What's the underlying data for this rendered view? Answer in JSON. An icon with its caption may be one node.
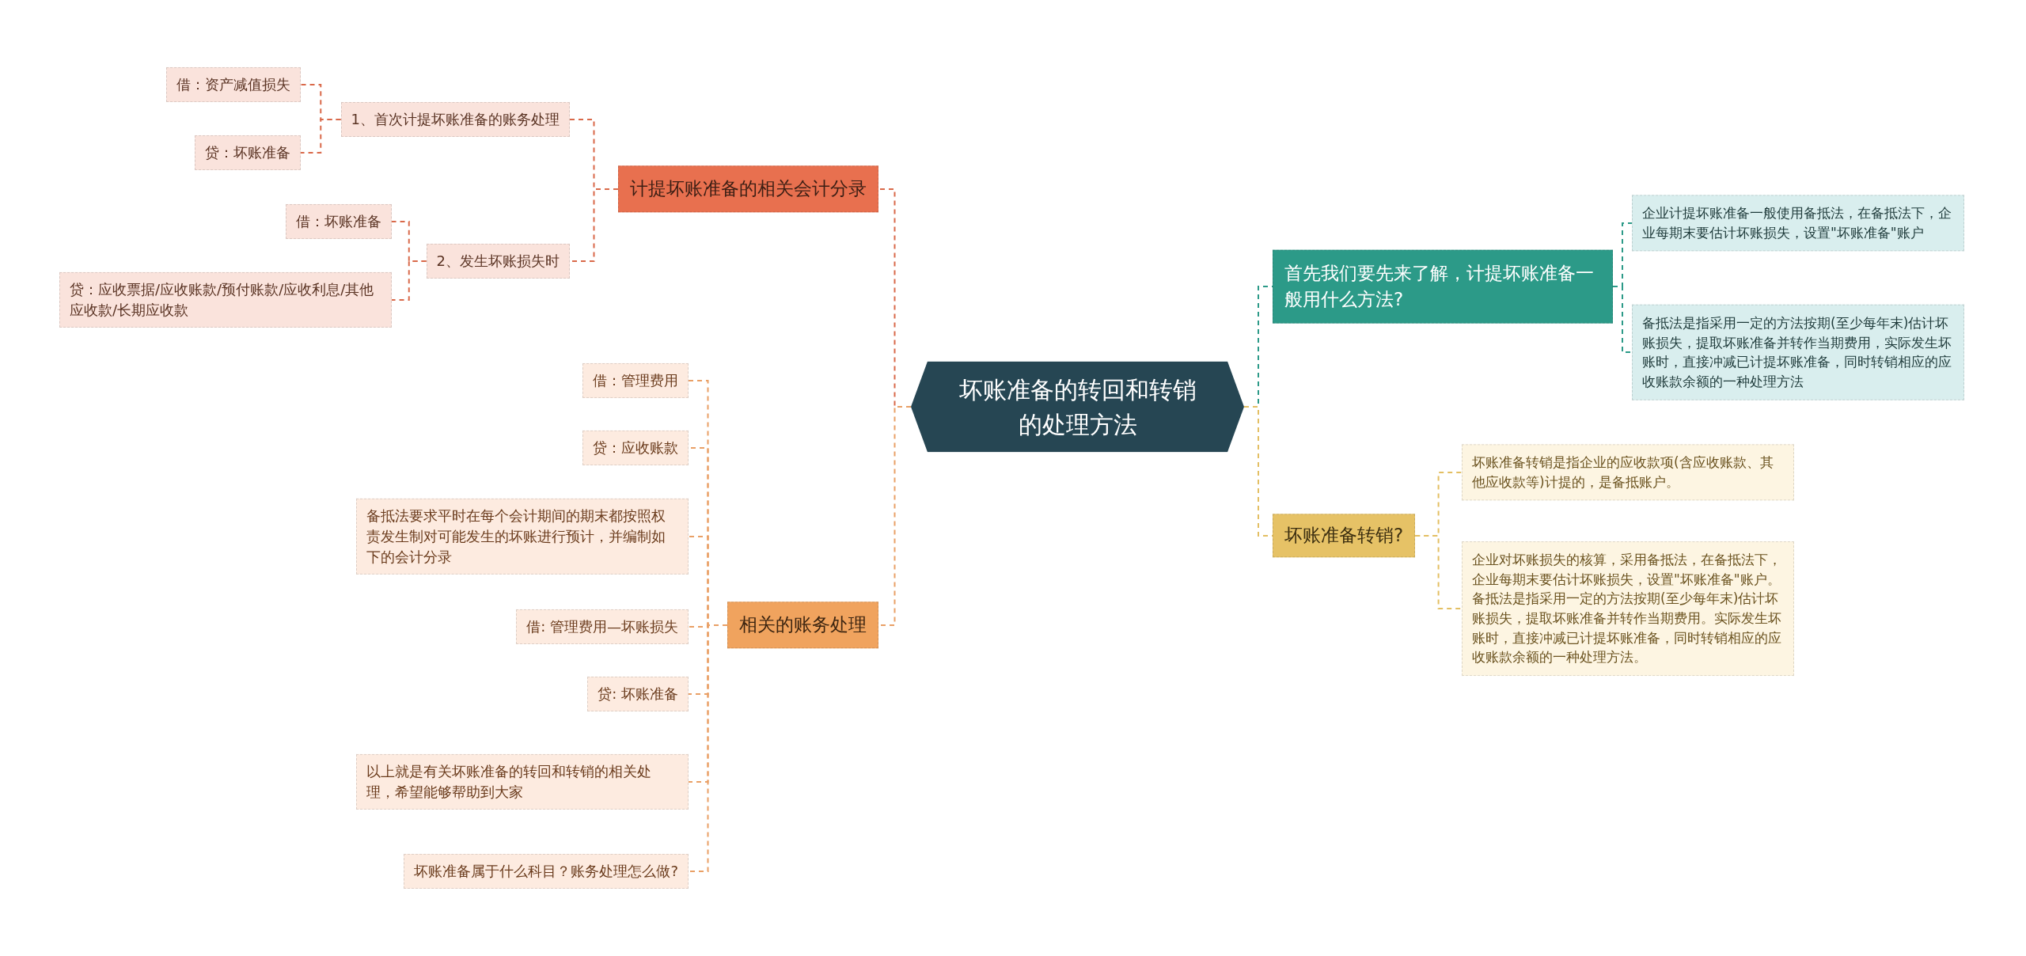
{
  "diagram": {
    "nodes": [
      {
        "text": [
          "坏账准备的转回和转销的处理方法"
        ]
      },
      {
        "text": [
          "计提坏账准备的相关会计分录"
        ]
      },
      {
        "text": [
          "1、首次计提坏账准备的账务处理"
        ]
      },
      {
        "text": [
          "借：资产减值损失"
        ]
      },
      {
        "text": [
          "贷：坏账准备"
        ]
      },
      {
        "text": [
          "2、发生坏账损失时"
        ]
      },
      {
        "text": [
          "借：坏账准备"
        ]
      },
      {
        "text": [
          "贷：应收票据/应收账款/预付账款/应收利息/其他应收款/长期应收款"
        ]
      },
      {
        "text": [
          "相关的账务处理"
        ]
      },
      {
        "text": [
          "借：管理费用"
        ]
      },
      {
        "text": [
          "贷：应收账款"
        ]
      },
      {
        "text": [
          "备抵法要求平时在每个会计期间的期末都按照权责发生制对可能发生的坏账进行预计，并编制如下的会计分录"
        ]
      },
      {
        "text": [
          "借: 管理费用—坏账损失"
        ]
      },
      {
        "text": [
          "贷: 坏账准备"
        ]
      },
      {
        "text": [
          "以上就是有关坏账准备的转回和转销的相关处理，希望能够帮助到大家"
        ]
      },
      {
        "text": [
          "坏账准备属于什么科目？账务处理怎么做?"
        ]
      },
      {
        "text": [
          "首先我们要先来了解，计提坏账准备一般用什么方法?"
        ]
      },
      {
        "text": [
          "企业计提坏账准备一般使用备抵法，在备抵法下，企业每期末要估计坏账损失，设置\"坏账准备\"账户"
        ]
      },
      {
        "text": [
          "备抵法是指采用一定的方法按期(至少每年末)估计坏账损失，提取坏账准备并转作当期费用，实际发生坏账时，直接冲减已计提坏账准备，同时转销相应的应收账款余额的一种处理方法"
        ]
      },
      {
        "text": [
          "坏账准备转销?"
        ]
      },
      {
        "text": [
          "坏账准备转销是指企业的应收款项(含应收账款、其他应收款等)计提的，是备抵账户。"
        ]
      },
      {
        "text": [
          "企业对坏账损失的核算，采用备抵法，在备抵法下，企业每期末要估计坏账损失，设置\"坏账准备\"账户。备抵法是指采用一定的方法按期(至少每年末)估计坏账损失，提取坏账准备并转作当期费用。实际发生坏账时，直接冲减已计提坏账准备，同时转销相应的应收账款余额的一种处理方法。"
        ]
      }
    ],
    "edges": [
      {
        "from": 0,
        "to": 1,
        "arrow": "none",
        "style": "dashed",
        "color": "#d9694a"
      },
      {
        "from": 1,
        "to": 2,
        "arrow": "none",
        "style": "dashed",
        "color": "#d9694a"
      },
      {
        "from": 2,
        "to": 3,
        "arrow": "none",
        "style": "dashed",
        "color": "#d9694a"
      },
      {
        "from": 2,
        "to": 4,
        "arrow": "none",
        "style": "dashed",
        "color": "#d9694a"
      },
      {
        "from": 1,
        "to": 5,
        "arrow": "none",
        "style": "dashed",
        "color": "#d9694a"
      },
      {
        "from": 5,
        "to": 6,
        "arrow": "none",
        "style": "dashed",
        "color": "#d9694a"
      },
      {
        "from": 5,
        "to": 7,
        "arrow": "none",
        "style": "dashed",
        "color": "#d9694a"
      },
      {
        "from": 0,
        "to": 8,
        "arrow": "none",
        "style": "dashed",
        "color": "#e9a066"
      },
      {
        "from": 8,
        "to": 9,
        "arrow": "none",
        "style": "dashed",
        "color": "#e9a066"
      },
      {
        "from": 8,
        "to": 10,
        "arrow": "none",
        "style": "dashed",
        "color": "#e9a066"
      },
      {
        "from": 8,
        "to": 11,
        "arrow": "none",
        "style": "dashed",
        "color": "#e9a066"
      },
      {
        "from": 8,
        "to": 12,
        "arrow": "none",
        "style": "dashed",
        "color": "#e9a066"
      },
      {
        "from": 8,
        "to": 13,
        "arrow": "none",
        "style": "dashed",
        "color": "#e9a066"
      },
      {
        "from": 8,
        "to": 14,
        "arrow": "none",
        "style": "dashed",
        "color": "#e9a066"
      },
      {
        "from": 8,
        "to": 15,
        "arrow": "none",
        "style": "dashed",
        "color": "#e9a066"
      },
      {
        "from": 0,
        "to": 16,
        "arrow": "none",
        "style": "dashed",
        "color": "#2c9a88"
      },
      {
        "from": 16,
        "to": 17,
        "arrow": "none",
        "style": "dashed",
        "color": "#2c9a88"
      },
      {
        "from": 16,
        "to": 18,
        "arrow": "none",
        "style": "dashed",
        "color": "#2c9a88"
      },
      {
        "from": 0,
        "to": 19,
        "arrow": "none",
        "style": "dashed",
        "color": "#e3bf63"
      },
      {
        "from": 19,
        "to": 20,
        "arrow": "none",
        "style": "dashed",
        "color": "#e3bf63"
      },
      {
        "from": 19,
        "to": 21,
        "arrow": "none",
        "style": "dashed",
        "color": "#e3bf63"
      }
    ]
  }
}
